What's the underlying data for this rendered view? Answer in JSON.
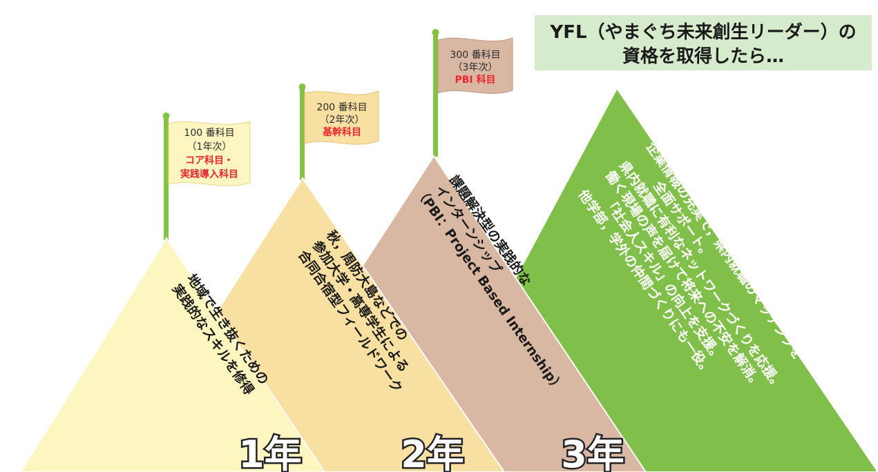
{
  "colors": {
    "year1_fill": "#fdf6c0",
    "year2_fill": "#f8dfa2",
    "year3_fill": "#d9b8a3",
    "yfl_fill": "#80bf4a",
    "pole": "#84c245",
    "banner": "#d6ebcb",
    "red": "#e8262f"
  },
  "banner": {
    "line1": "YFL（やまぐち未来創生リーダー）の",
    "line2": "資格を取得したら…"
  },
  "flags": [
    {
      "line1": "100 番科目",
      "line2": "（1年次）",
      "line3": "コア科目・",
      "line4": "実践導入科目"
    },
    {
      "line1": "200 番科目",
      "line2": "（2年次）",
      "line3": "基幹科目"
    },
    {
      "line1": "300 番科目",
      "line2": "（3年次）",
      "line3": "PBI 科目"
    }
  ],
  "mountains": [
    {
      "line1": "地域で生き抜くための",
      "line2": "実践的なスキルを修得"
    },
    {
      "line1": "秋，周防大島などでの",
      "line2": "参加大学・高専学生による",
      "line3": "合同合宿型フィールドワーク"
    },
    {
      "line1": "課題解決型の実践的な",
      "line2": "インターンシップ",
      "line3": "（PBI：Project Based Internship）"
    },
    {
      "line1": "企業情報の充実で，県内就職のマッチングを",
      "line2": "全面サポート。",
      "line3": "県内就職に有利なネットワークづくりを応援。",
      "line4": "働く現場の声を届けて将来への不安を解消。",
      "line5": "「社会人スキル」の向上を支援。",
      "line6": "他学部，学外の仲間づくりにも一役。"
    }
  ],
  "years": [
    "1年",
    "2年",
    "3年"
  ]
}
